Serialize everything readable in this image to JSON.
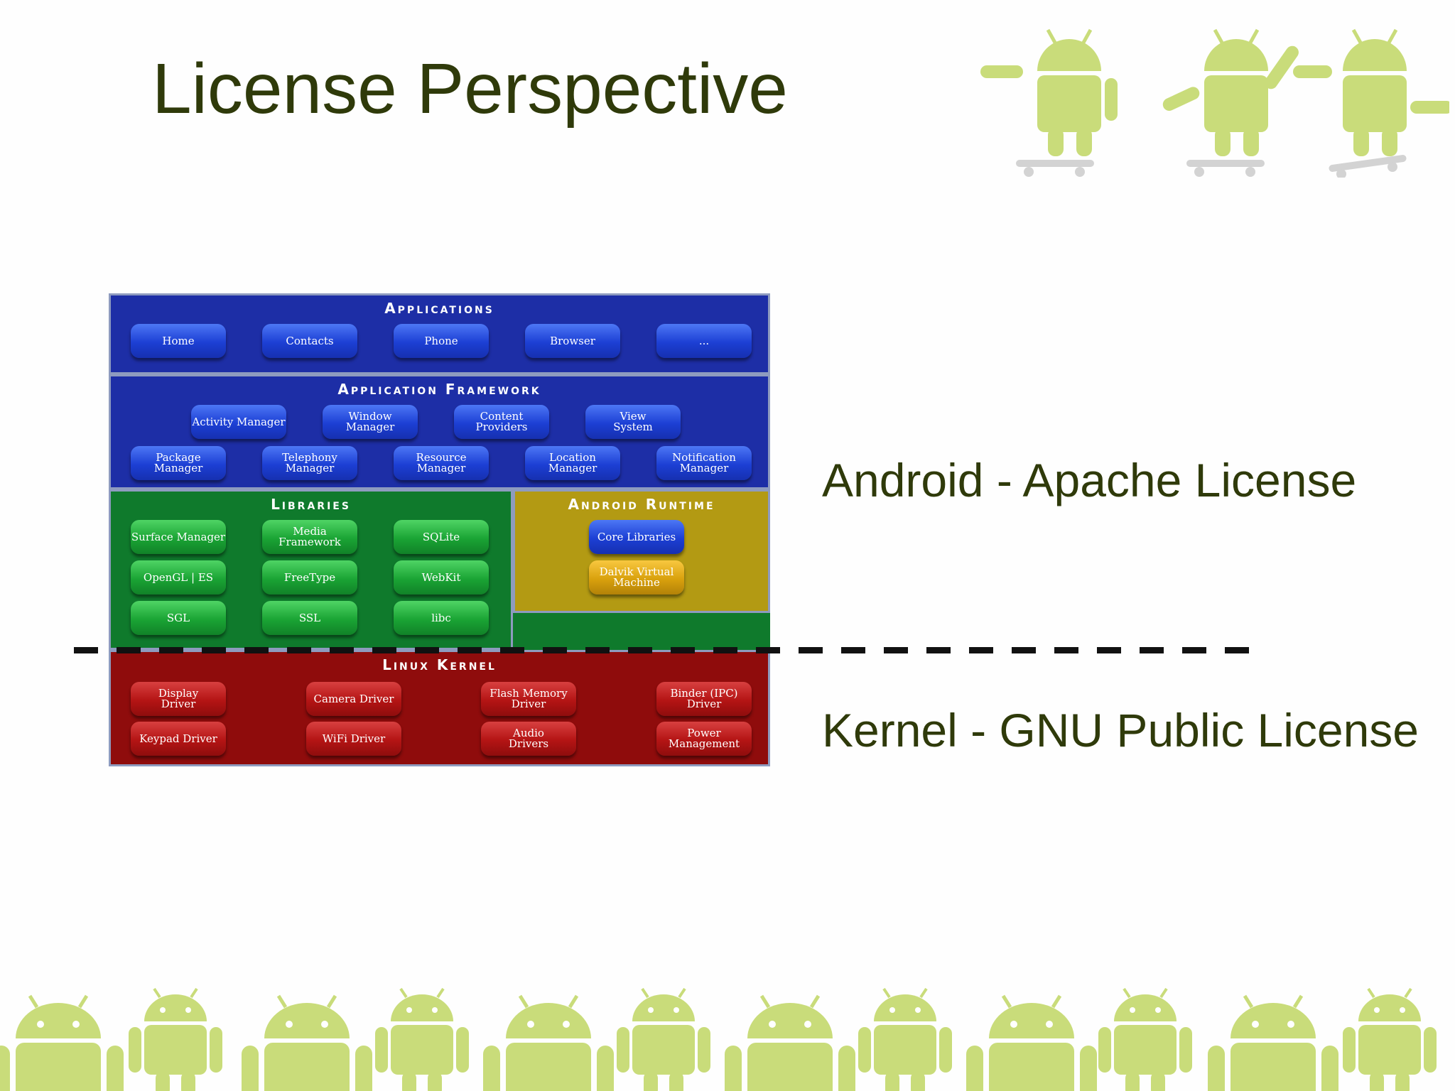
{
  "slide": {
    "title": "License Perspective",
    "android_license": "Android - Apache License",
    "kernel_license": "Kernel - GNU Public License"
  },
  "diagram": {
    "applications": {
      "title": "Applications",
      "items": [
        "Home",
        "Contacts",
        "Phone",
        "Browser",
        "..."
      ]
    },
    "framework": {
      "title": "Application Framework",
      "row1": [
        "Activity Manager",
        "Window\nManager",
        "Content\nProviders",
        "View\nSystem"
      ],
      "row2": [
        "Package Manager",
        "Telephony\nManager",
        "Resource\nManager",
        "Location\nManager",
        "Notification\nManager"
      ]
    },
    "libraries": {
      "title": "Libraries",
      "items": [
        "Surface Manager",
        "Media\nFramework",
        "SQLite",
        "OpenGL | ES",
        "FreeType",
        "WebKit",
        "SGL",
        "SSL",
        "libc"
      ]
    },
    "runtime": {
      "title": "Android Runtime",
      "items": [
        "Core Libraries",
        "Dalvik Virtual\nMachine"
      ]
    },
    "kernel": {
      "title": "Linux Kernel",
      "items": [
        "Display\nDriver",
        "Camera Driver",
        "Flash Memory\nDriver",
        "Binder (IPC)\nDriver",
        "Keypad Driver",
        "WiFi Driver",
        "Audio\nDrivers",
        "Power\nManagement"
      ]
    }
  },
  "colors": {
    "title": "#2f3a0a",
    "android_green": "#c9dc7a",
    "apps_layer": "#1d2ea6",
    "libs_layer": "#0f7a2c",
    "runtime_layer": "#b39a13",
    "kernel_layer": "#8f0c0c"
  }
}
